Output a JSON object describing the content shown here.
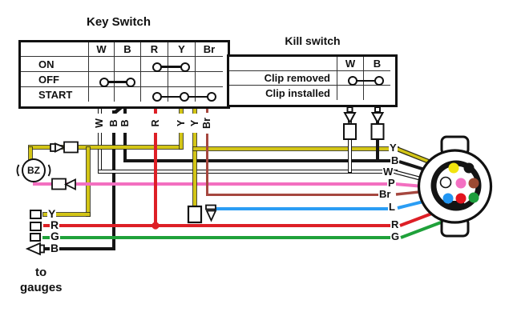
{
  "key_switch": {
    "title": "Key Switch",
    "columns": [
      "W",
      "B",
      "R",
      "Y",
      "Br"
    ],
    "rows": [
      "ON",
      "OFF",
      "START"
    ],
    "connections": [
      {
        "row": "ON",
        "between": [
          "R",
          "Y"
        ]
      },
      {
        "row": "OFF",
        "between": [
          "W",
          "B"
        ]
      },
      {
        "row": "START",
        "between": [
          "R",
          "Y",
          "Br"
        ]
      }
    ]
  },
  "kill_switch": {
    "title": "Kill switch",
    "columns": [
      "W",
      "B"
    ],
    "rows": [
      "Clip removed",
      "Clip installed"
    ],
    "connections": [
      {
        "row": "Clip removed",
        "between": [
          "W",
          "B"
        ]
      }
    ]
  },
  "buzzer": {
    "label": "BZ"
  },
  "harness_labels": {
    "key_switch_wires": [
      "W",
      "B",
      "B",
      "R",
      "Y",
      "Y",
      "Br"
    ],
    "connector_wires": [
      "Y",
      "B",
      "W",
      "P",
      "Br",
      "L",
      "R",
      "G"
    ],
    "gauge_wires": [
      "Y",
      "R",
      "G",
      "B"
    ]
  },
  "footer": {
    "line1": "to",
    "line2": "gauges"
  },
  "palette": {
    "yellow": "#d3c516",
    "black": "#161616",
    "red": "#dd1f26",
    "pink": "#f36fc0",
    "green": "#1fa13a",
    "blue": "#2a9df4",
    "brown": "#a6473f",
    "white": "#ffffff"
  },
  "connector": {
    "pins": [
      {
        "name": "yellow",
        "color": "#f2e40e"
      },
      {
        "name": "black",
        "color": "#141414"
      },
      {
        "name": "white",
        "color": "#ffffff"
      },
      {
        "name": "pink",
        "color": "#f470c2"
      },
      {
        "name": "brown",
        "color": "#9c4a32"
      },
      {
        "name": "blue",
        "color": "#2196f3"
      },
      {
        "name": "red",
        "color": "#e3141e"
      },
      {
        "name": "green",
        "color": "#1d9e3c"
      }
    ]
  }
}
